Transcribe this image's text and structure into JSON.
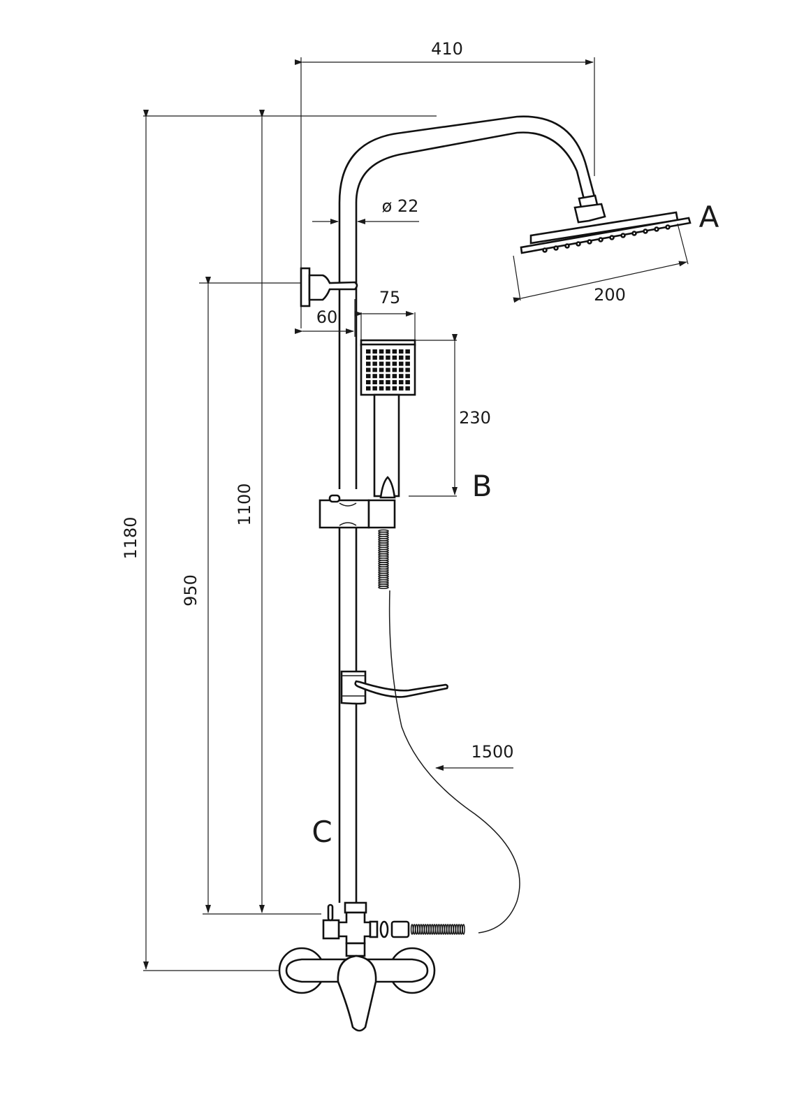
{
  "drawing": {
    "title": "Shower column dimension drawing",
    "stroke_color": "#1a1a1a",
    "background": "#ffffff"
  },
  "dimensions": {
    "width_410": "410",
    "pipe_diameter": "ø 22",
    "rain_head_200": "200",
    "hand_shower_width_75": "75",
    "wall_offset_60": "60",
    "hand_shower_length_230": "230",
    "height_1180": "1180",
    "height_1100": "1100",
    "height_950": "950",
    "hose_length_1500": "1500"
  },
  "labels": {
    "rain_head": "A",
    "hand_shower": "B",
    "mixer": "C"
  }
}
